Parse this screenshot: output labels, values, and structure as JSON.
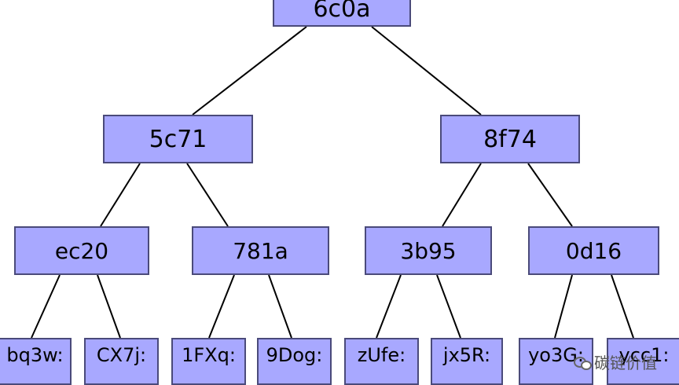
{
  "tree": {
    "root": {
      "label": "6c0a"
    },
    "level1": [
      {
        "label": "5c71"
      },
      {
        "label": "8f74"
      }
    ],
    "level2": [
      {
        "label": "ec20"
      },
      {
        "label": "781a"
      },
      {
        "label": "3b95"
      },
      {
        "label": "0d16"
      }
    ],
    "leaves": [
      {
        "label": "bq3w:"
      },
      {
        "label": "CX7j:"
      },
      {
        "label": "1FXq:"
      },
      {
        "label": "9Dog:"
      },
      {
        "label": "zUfe:"
      },
      {
        "label": "jx5R:"
      },
      {
        "label": "yo3G:"
      },
      {
        "label": "ycc1:"
      }
    ]
  },
  "watermark": {
    "text": "碳链价值"
  },
  "colors": {
    "node_fill": "#a8a8ff",
    "node_border": "#4a4a7a",
    "edge": "#000000"
  }
}
